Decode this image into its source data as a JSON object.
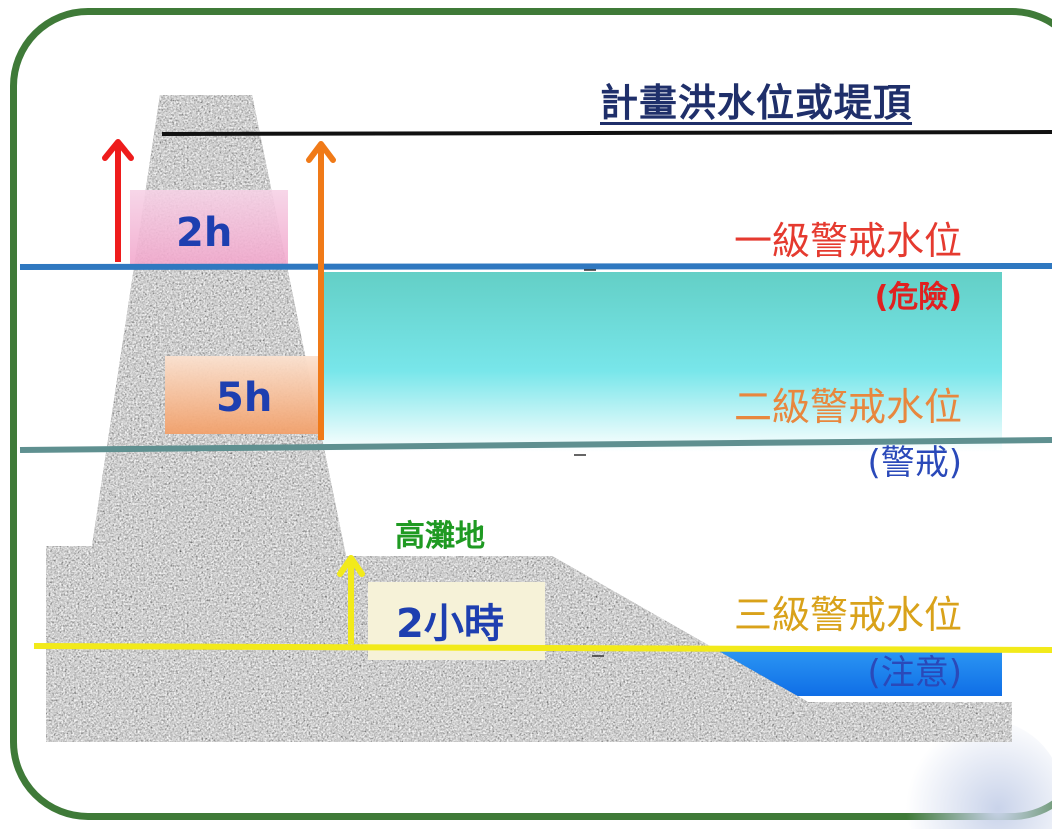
{
  "title": "計畫洪水位或堤頂",
  "levels": {
    "level1": {
      "name": "一級警戒水位",
      "note": "(危險)",
      "color": "#e53a2f"
    },
    "level2": {
      "name": "二級警戒水位",
      "note": "(警戒)",
      "color": "#e8873e"
    },
    "level3": {
      "name": "三級警戒水位",
      "note": "(注意)",
      "color": "#d9a21a"
    }
  },
  "intervals": {
    "top_to_level1": "2h",
    "top_to_level2": "5h",
    "level3_to_terrace": "2小時"
  },
  "terrace_label": "高灘地",
  "colors": {
    "frame": "#3f7a38",
    "level1_line": "#2f78c0",
    "level2_line": "#5f9090",
    "level3_line": "#f2ea1a",
    "water_upper": "#6fd8d8",
    "water_lower": "#1f86f0",
    "arrow_red": "#ee1c1c",
    "arrow_orange": "#f07a18",
    "arrow_yellow": "#f2ea1a"
  }
}
